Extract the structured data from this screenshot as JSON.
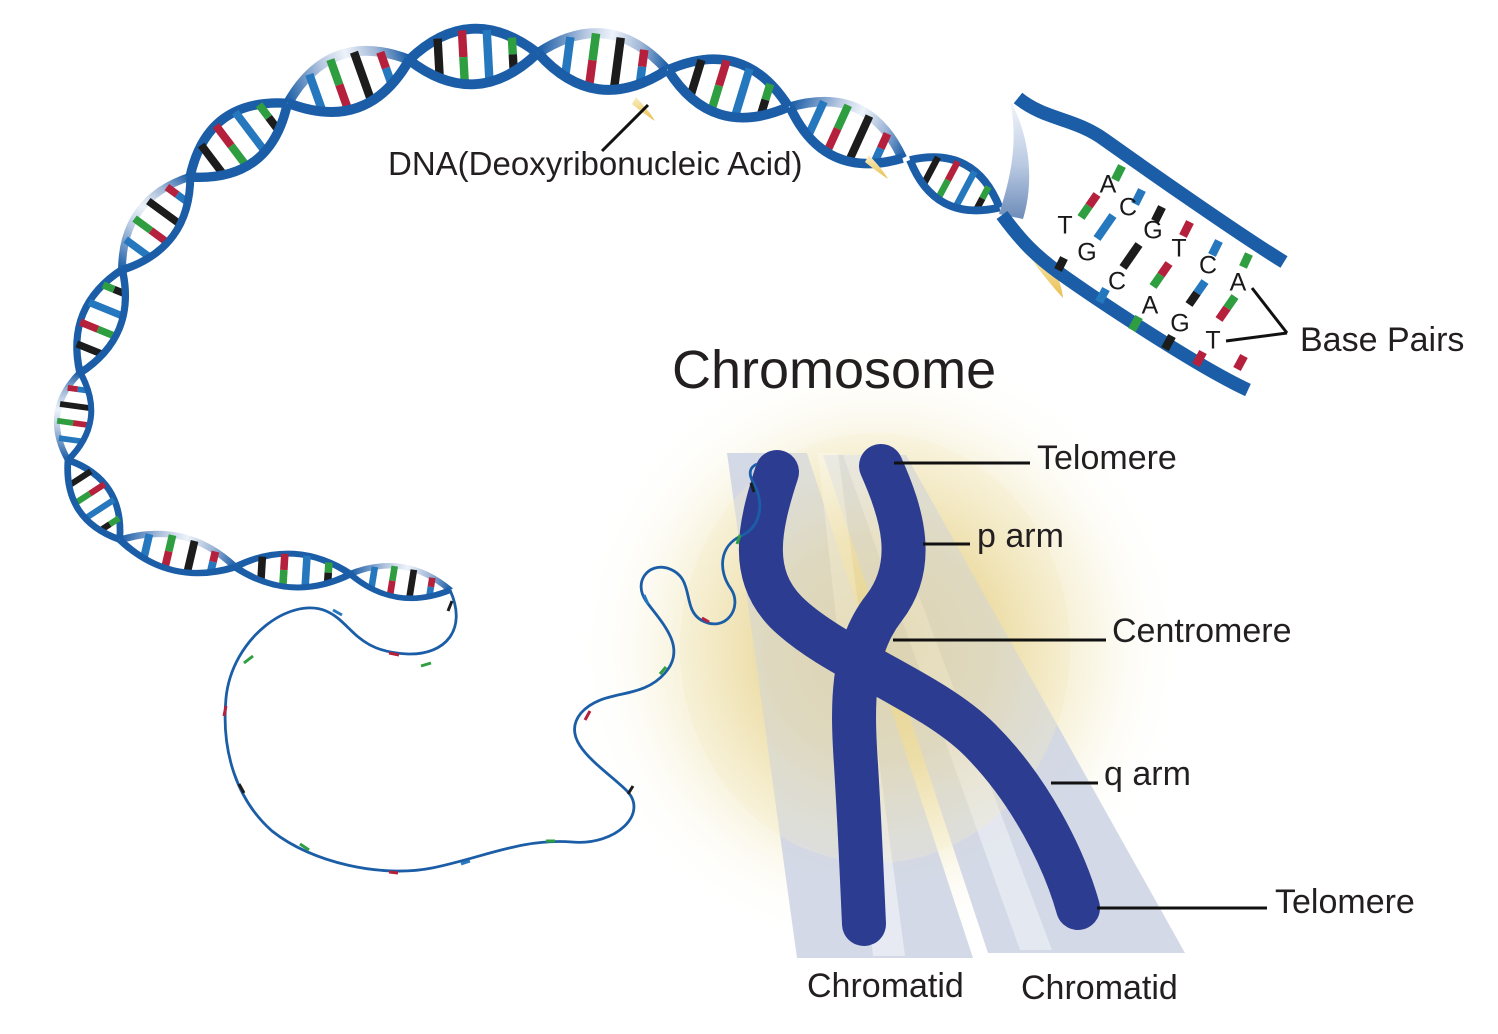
{
  "title": {
    "text": "Chromosome"
  },
  "dna_section": {
    "label": "DNA(Deoxyribonucleic Acid)",
    "base_pairs_label": "Base Pairs",
    "top_strand_letters": [
      "A",
      "C",
      "G",
      "T",
      "C",
      "A"
    ],
    "bottom_strand_letters": [
      "T",
      "G",
      "C",
      "A",
      "G",
      "T"
    ]
  },
  "chromosome_section": {
    "telomere_top": "Telomere",
    "p_arm": "p arm",
    "centromere": "Centromere",
    "q_arm": "q arm",
    "telomere_bottom": "Telomere",
    "chromatid_left": "Chromatid",
    "chromatid_right": "Chromatid"
  },
  "colors": {
    "strand_blue": "#1b5ea7",
    "chromosome_blue": "#2c3c90",
    "chromatid_band": "#cdd4e4",
    "glow_yellow": "#e5d28e",
    "rung_green": "#2f9e41",
    "rung_red": "#b5203c",
    "rung_blue": "#2577be",
    "rung_black": "#1c1c1c",
    "label_text": "#231f20",
    "background": "#ffffff"
  }
}
